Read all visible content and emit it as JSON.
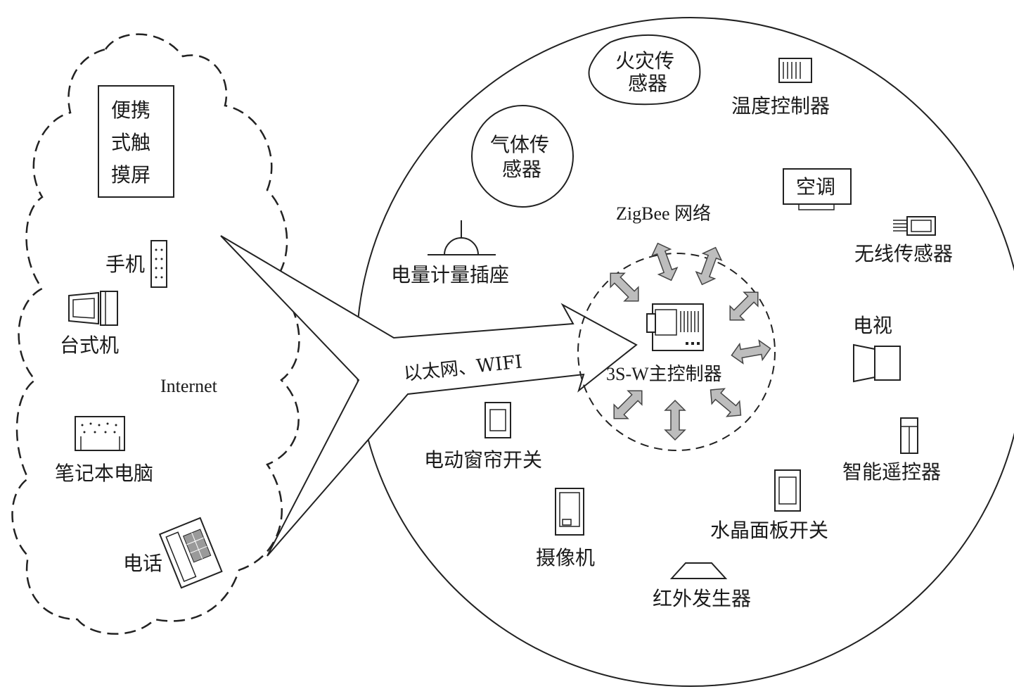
{
  "internet_cloud": {
    "label": "Internet",
    "touchscreen": {
      "line1": "便携",
      "line2": "式触",
      "line3": "摸屏"
    },
    "phone_label": "手机",
    "desktop_label": "台式机",
    "laptop_label": "笔记本电脑",
    "telephone_label": "电话"
  },
  "link": {
    "label": "以太网、WIFI"
  },
  "home": {
    "fire_sensor": {
      "line1": "火灾传",
      "line2": "感器"
    },
    "gas_sensor": {
      "line1": "气体传",
      "line2": "感器"
    },
    "temp_controller": "温度控制器",
    "aircon": "空调",
    "wireless_sensor": "无线传感器",
    "power_socket": "电量计量插座",
    "tv": "电视",
    "curtain_switch": "电动窗帘开关",
    "remote": "智能遥控器",
    "camera": "摄像机",
    "crystal_switch": "水晶面板开关",
    "ir_generator": "红外发生器"
  },
  "zigbee": {
    "network_label": "ZigBee 网络",
    "controller_label": "3S-W主控制器"
  }
}
